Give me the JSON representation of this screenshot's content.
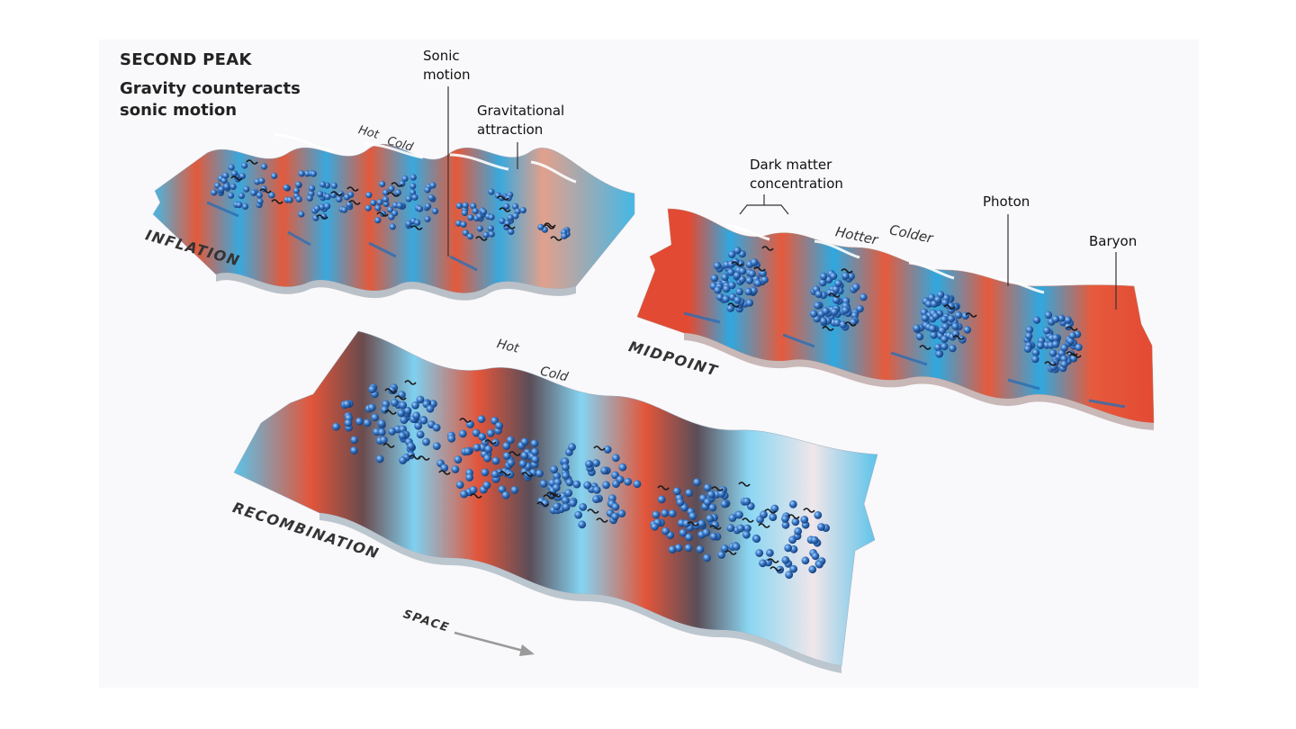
{
  "heading": {
    "title": "SECOND PEAK",
    "subtitle": "Gravity counteracts sonic motion"
  },
  "stages": {
    "inflation": "INFLATION",
    "midpoint": "MIDPOINT",
    "recombination": "RECOMBINATION"
  },
  "callouts": {
    "sonic_motion": "Sonic motion",
    "gravitational_attraction": "Gravitational attraction",
    "dark_matter": "Dark matter concentration",
    "photon": "Photon",
    "baryon": "Baryon"
  },
  "temps": {
    "inflation_hot": "Hot",
    "inflation_cold": "Cold",
    "midpoint_hotter": "Hotter",
    "midpoint_colder": "Colder",
    "recomb_hot": "Hot",
    "recomb_cold": "Cold"
  },
  "axis": {
    "space": "SPACE"
  },
  "colors": {
    "hot": "#e2523a",
    "cold": "#3fb1e0",
    "baryon": "#2f6bb8",
    "photon": "#1a1a1a"
  }
}
